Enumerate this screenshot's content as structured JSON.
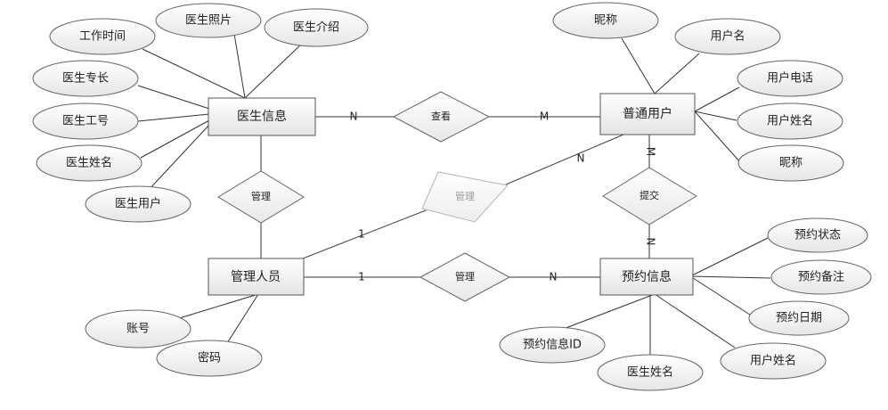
{
  "entities": {
    "doctor_info": "医生信息",
    "normal_user": "普通用户",
    "admin": "管理人员",
    "appointment": "预约信息"
  },
  "relationships": {
    "view": "查看",
    "manage_doctor": "管理",
    "manage_user": "管理",
    "submit": "提交",
    "manage_appointment": "管理"
  },
  "attributes": {
    "doctor_info": [
      "工作时间",
      "医生照片",
      "医生介绍",
      "医生专长",
      "医生工号",
      "医生姓名",
      "医生用户"
    ],
    "normal_user": [
      "昵称",
      "用户名",
      "用户电话",
      "用户姓名",
      "昵称"
    ],
    "admin": [
      "账号",
      "密码"
    ],
    "appointment": [
      "预约状态",
      "预约备注",
      "预约日期",
      "预约信息ID",
      "医生姓名",
      "用户姓名"
    ]
  },
  "cardinalities": {
    "view_doctor": "N",
    "view_user": "M",
    "manage_user_user": "N",
    "manage_user_admin": "1",
    "submit_user": "M",
    "submit_appointment": "N",
    "manage_appointment_admin": "1",
    "manage_appointment_appointment": "N"
  }
}
